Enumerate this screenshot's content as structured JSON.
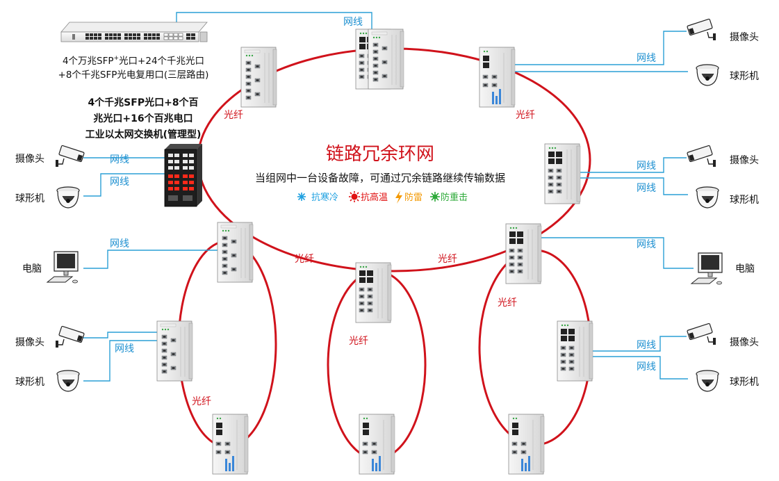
{
  "colors": {
    "fiber": "#d0121b",
    "cable": "#2a9fd6",
    "cable_label": "#1c8fd0",
    "fiber_label": "#d0121b",
    "title": "#d0121b",
    "text": "#111111",
    "snow": "#1ea0e0",
    "heat": "#e01010",
    "bolt": "#f39800",
    "burst": "#2eaa3a"
  },
  "title": "链路冗余环网",
  "subtitle": "当组网中一台设备故障，可通过冗余链路继续传输数据",
  "features": [
    {
      "icon": "snowflake-icon",
      "label": "抗寒冷"
    },
    {
      "icon": "heat-icon",
      "label": "抗高温"
    },
    {
      "icon": "lightning-icon",
      "label": "防雷"
    },
    {
      "icon": "burst-icon",
      "label": "防重击"
    }
  ],
  "core_switch": {
    "line1_pre": "4个万兆SFP",
    "line1_sup": "+",
    "line1_post": "光口+24个千兆光口",
    "line2": "+8个千兆SFP光电复用口(三层路由)"
  },
  "managed_switch": {
    "line1": "4个千兆SFP光口+8个百",
    "line2": "兆光口+16个百兆电口",
    "line3": "工业以太网交换机(管理型)"
  },
  "link_labels": {
    "cable": "网线",
    "fiber": "光纤"
  },
  "devices": {
    "camera": "摄像头",
    "dome": "球形机",
    "pc": "电脑"
  }
}
